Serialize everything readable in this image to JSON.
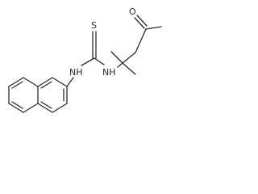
{
  "colors": {
    "background": "#ffffff",
    "bond": "#2b2b2b",
    "atom_label": "#2b2b2b"
  },
  "atoms": {
    "sulfur": "S",
    "nh_left": "NH",
    "nh_right": "NH",
    "oxygen": "O"
  }
}
